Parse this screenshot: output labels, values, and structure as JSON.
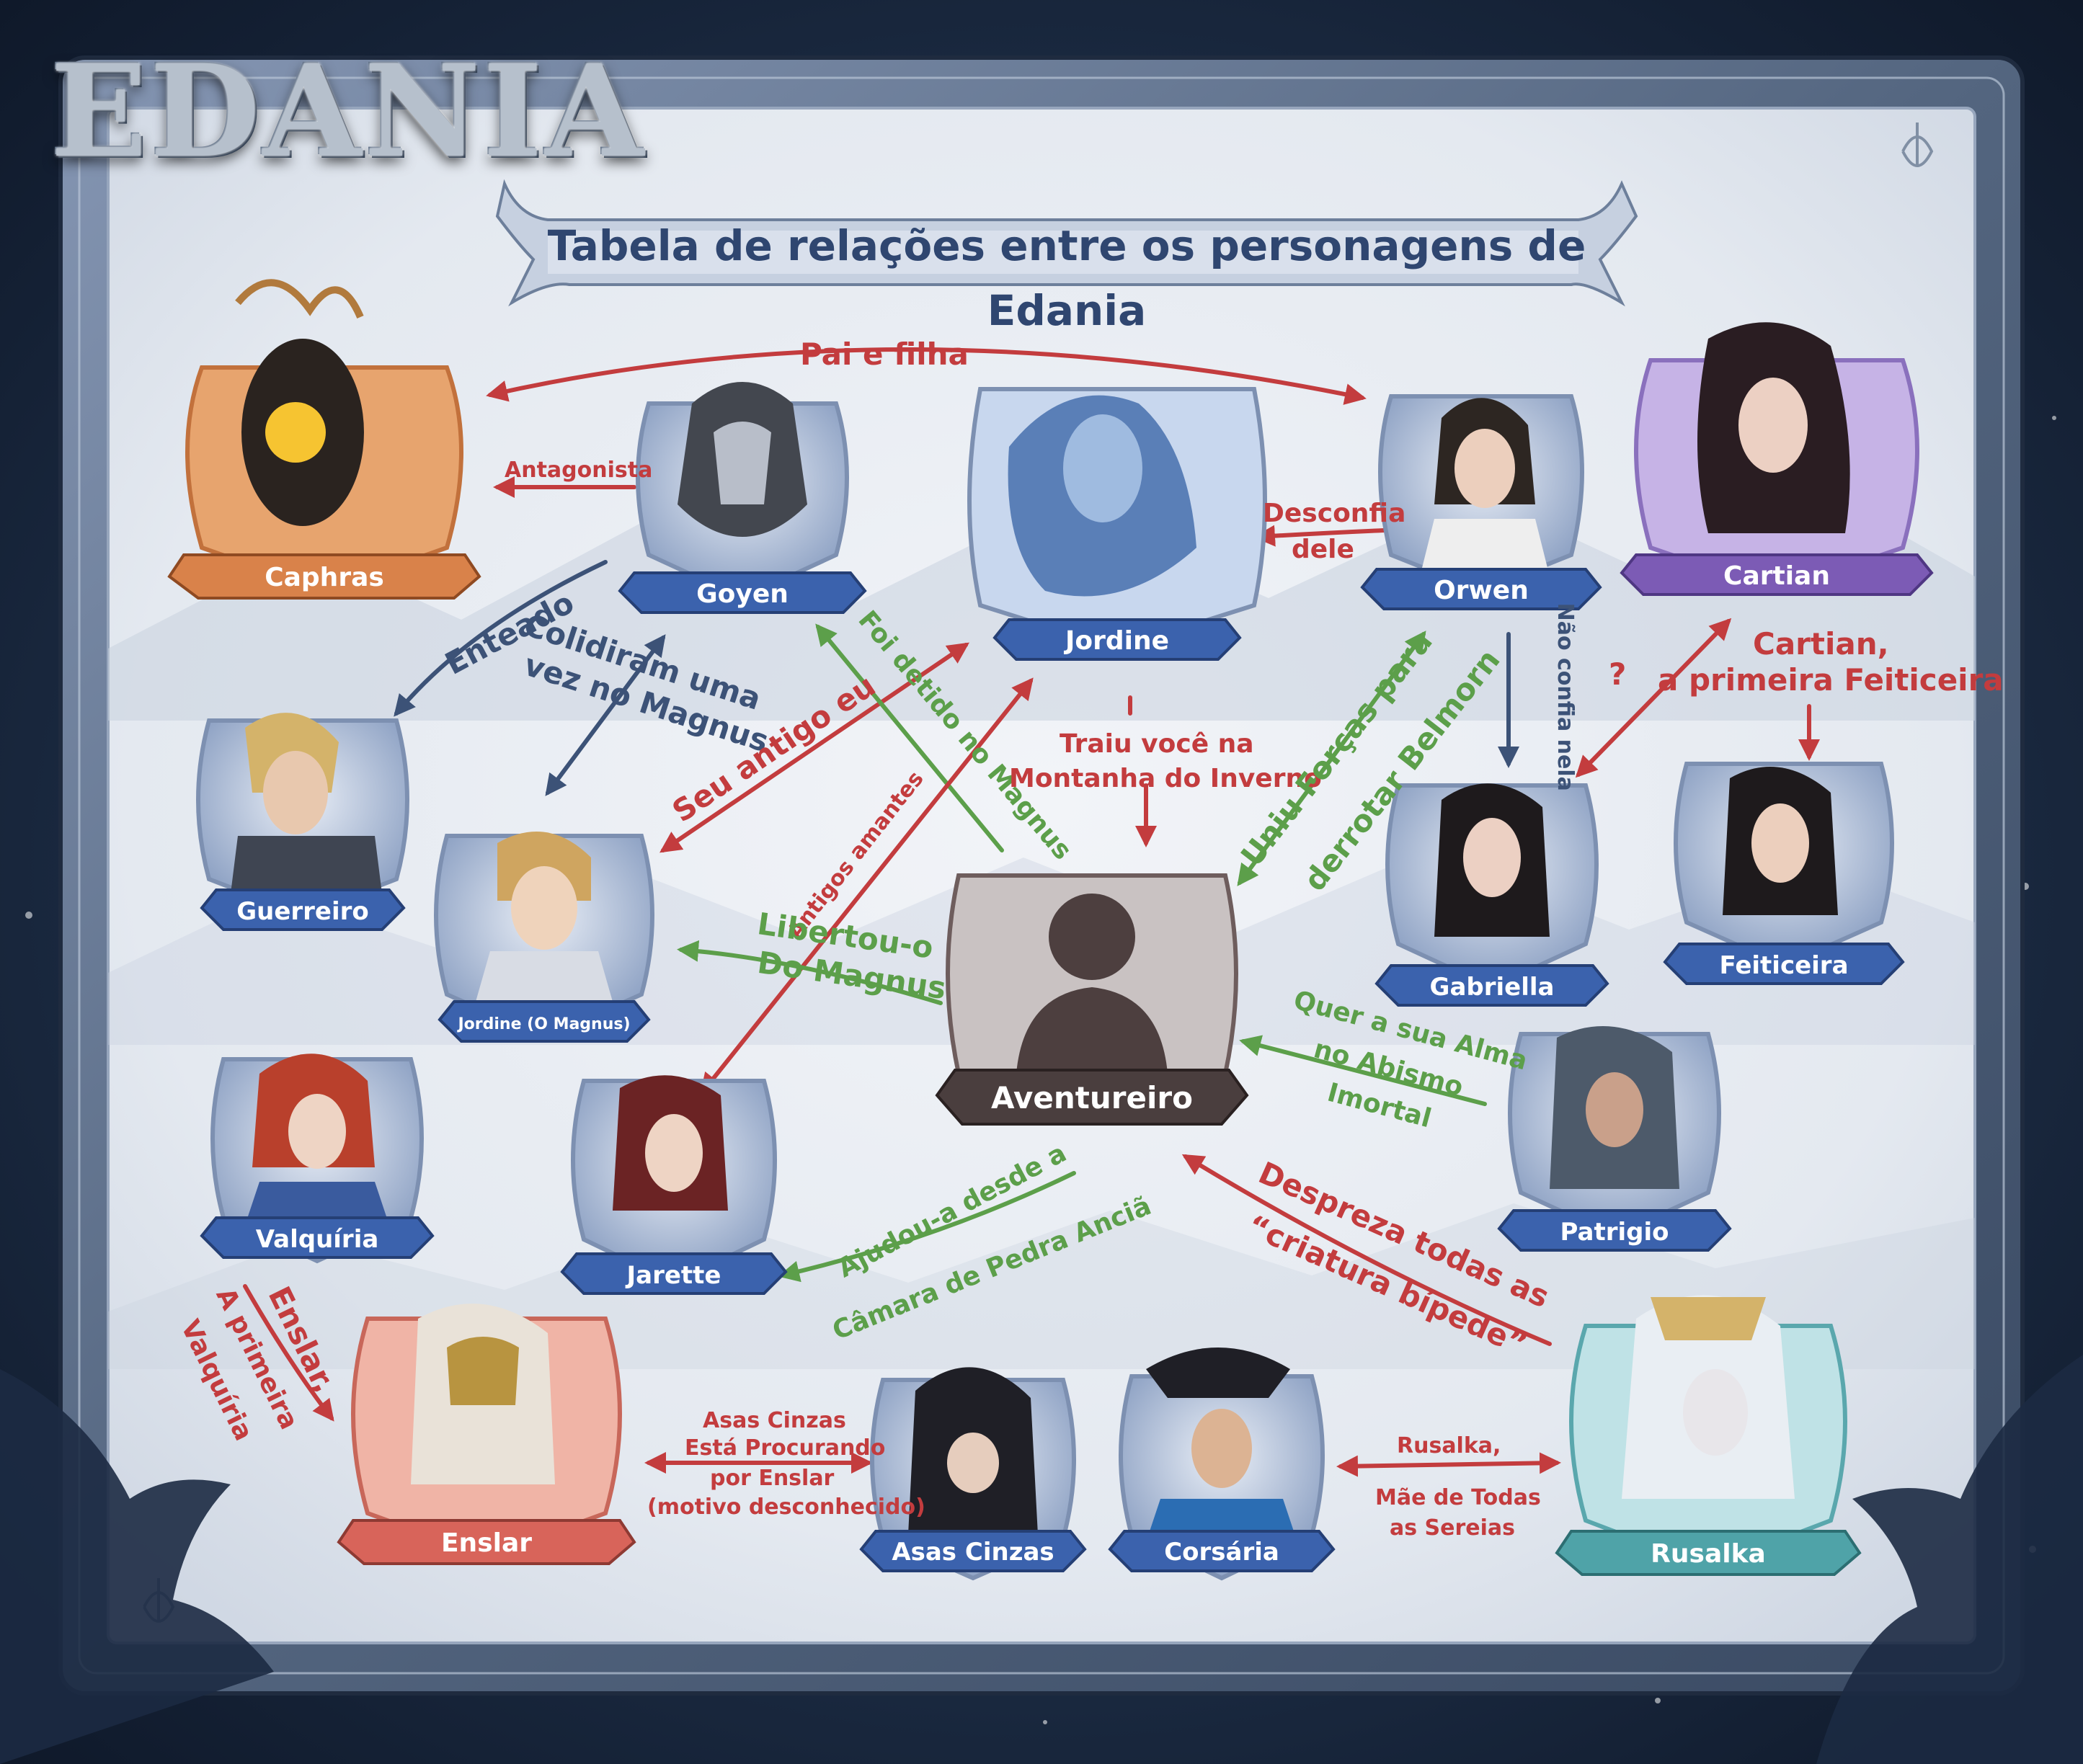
{
  "logo": {
    "text": "EDANIA"
  },
  "title": "Tabela de relações entre os personagens de Edania",
  "characters": {
    "caphras": {
      "name": "Caphras",
      "color": "#d9824a"
    },
    "goyen": {
      "name": "Goyen",
      "color": "#3b62ad"
    },
    "jordine": {
      "name": "Jordine",
      "color": "#3b62ad"
    },
    "orwen": {
      "name": "Orwen",
      "color": "#3b62ad"
    },
    "cartian": {
      "name": "Cartian",
      "color": "#7c5bb5"
    },
    "guerreiro": {
      "name": "Guerreiro",
      "color": "#3b62ad"
    },
    "jordine_magnus": {
      "name": "Jordine (O Magnus)",
      "color": "#3b62ad"
    },
    "aventureiro": {
      "name": "Aventureiro",
      "color": "#4a3e3e"
    },
    "gabriella": {
      "name": "Gabriella",
      "color": "#3b62ad"
    },
    "feiticeira": {
      "name": "Feiticeira",
      "color": "#3b62ad"
    },
    "valquiria": {
      "name": "Valquíria",
      "color": "#3b62ad"
    },
    "jarette": {
      "name": "Jarette",
      "color": "#3b62ad"
    },
    "patrigio": {
      "name": "Patrigio",
      "color": "#3b62ad"
    },
    "enslar": {
      "name": "Enslar",
      "color": "#d8645a"
    },
    "asas_cinzas": {
      "name": "Asas Cinzas",
      "color": "#3b62ad"
    },
    "corsaria": {
      "name": "Corsária",
      "color": "#3b62ad"
    },
    "rusalka": {
      "name": "Rusalka",
      "color": "#4fa3a8"
    }
  },
  "relations": {
    "pai_filha": "Pai e filha",
    "antagonista": "Antagonista",
    "desconfia_1": "Desconfia",
    "desconfia_2": "dele",
    "enteado": "Enteado",
    "colidiram_1": "Colidiram uma",
    "colidiram_2": "vez no Magnus",
    "seu_antigo": "Seu antigo eu",
    "foi_detido": "Foi detido no Magnus",
    "antigos_amantes": "Antigos amantes",
    "traiu_1": "Traiu você na",
    "traiu_2": "Montanha do Inverno",
    "uniu_1": "Uniu Forças para",
    "uniu_2": "derrotar Belmorn",
    "nao_confia": "Não confia nela",
    "interrogacao": "?",
    "cartian_1": "Cartian,",
    "cartian_2": "a primeira Feiticeira",
    "libertou_1": "Libertou-o",
    "libertou_2": "Do Magnus",
    "quer_1": "Quer a sua Alma",
    "quer_2": "no Abismo",
    "quer_3": "Imortal",
    "ajudou_1": "Ajudou-a desde a",
    "ajudou_2": "Câmara de Pedra Anciã",
    "despreza_1": "Despreza todas as",
    "despreza_2": "“criatura bípede”",
    "enslar_1": "Enslar,",
    "enslar_2": "A primeira",
    "enslar_3": "Valquíria",
    "asas_1": "Asas Cinzas",
    "asas_2": "Está Procurando",
    "asas_3": "por Enslar",
    "asas_4": "(motivo desconhecido)",
    "rusalka_1": "Rusalka,",
    "rusalka_2": "Mãe de Todas",
    "rusalka_3": "as Sereias"
  }
}
